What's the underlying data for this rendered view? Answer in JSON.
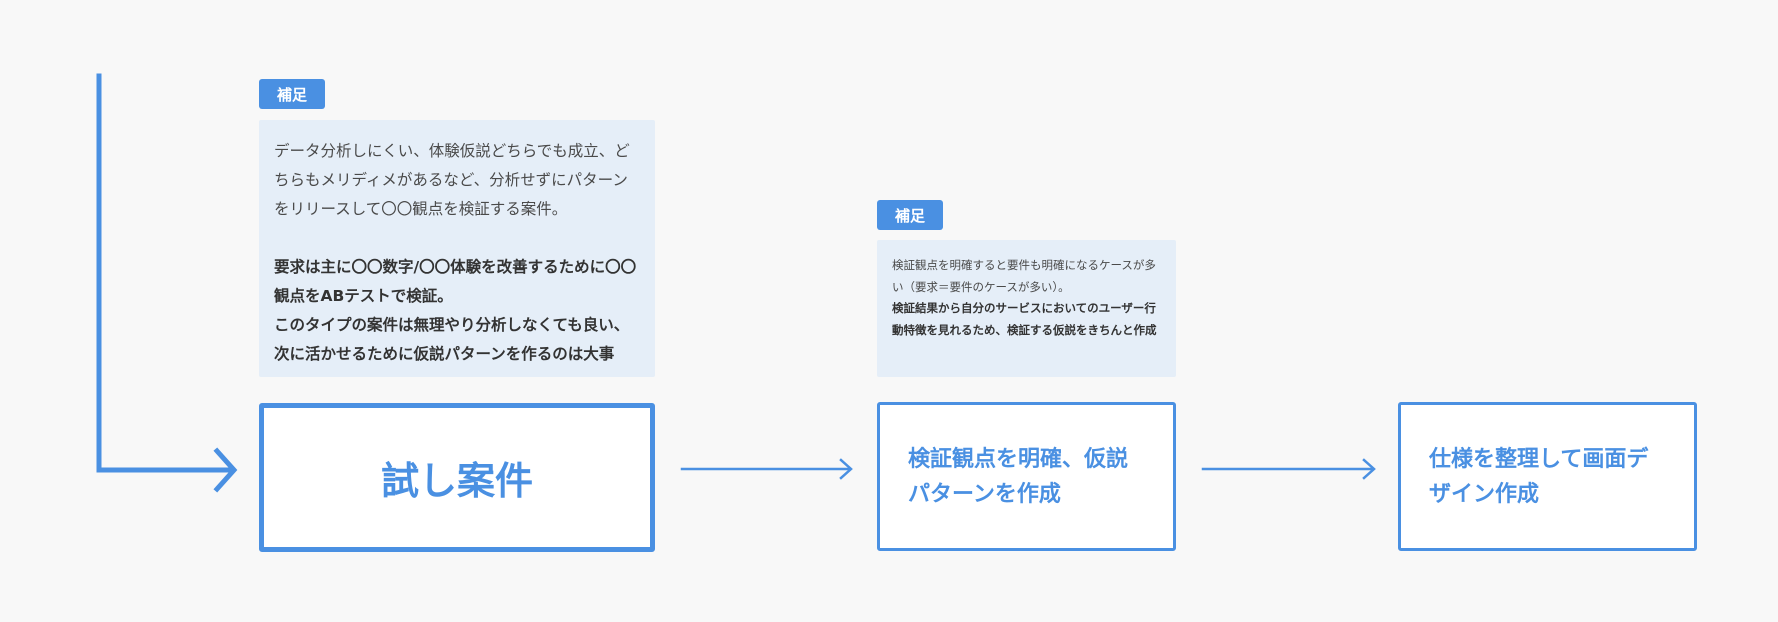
{
  "colors": {
    "accent": "#4a90e2",
    "note_bg": "#e5eef8",
    "background": "#f8f8f8"
  },
  "note1": {
    "badge": "補足",
    "normal": "データ分析しにくい、体験仮説どちらでも成立、どちらもメリディメがあるなど、分析せずにパターンをリリースして〇〇観点を検証する案件。",
    "bold_1": "要求は主に〇〇数字/〇〇体験を改善するために〇〇観点をABテストで検証。",
    "bold_2": "このタイプの案件は無理やり分析しなくても良い、次に活かせるために仮説パターンを作るのは大事"
  },
  "note2": {
    "badge": "補足",
    "normal": "検証観点を明確すると要件も明確になるケースが多い（要求＝要件のケースが多い）。",
    "bold": "検証結果から自分のサービスにおいてのユーザー行動特徴を見れるため、検証する仮説をきちんと作成"
  },
  "steps": [
    {
      "label": "試し案件"
    },
    {
      "label": "検証観点を明確、仮説パターンを作成"
    },
    {
      "label": "仕様を整理して画面デザイン作成"
    }
  ]
}
